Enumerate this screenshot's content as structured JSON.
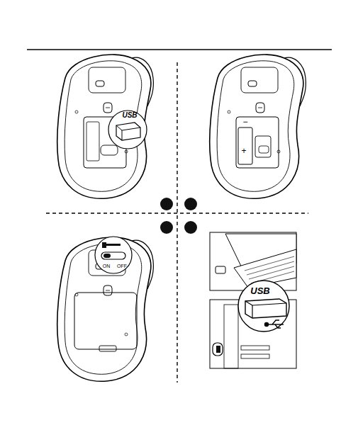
{
  "diagram": {
    "labels": [
      "USB",
      "+",
      "−",
      "ON",
      "OFF",
      "USB"
    ]
  }
}
